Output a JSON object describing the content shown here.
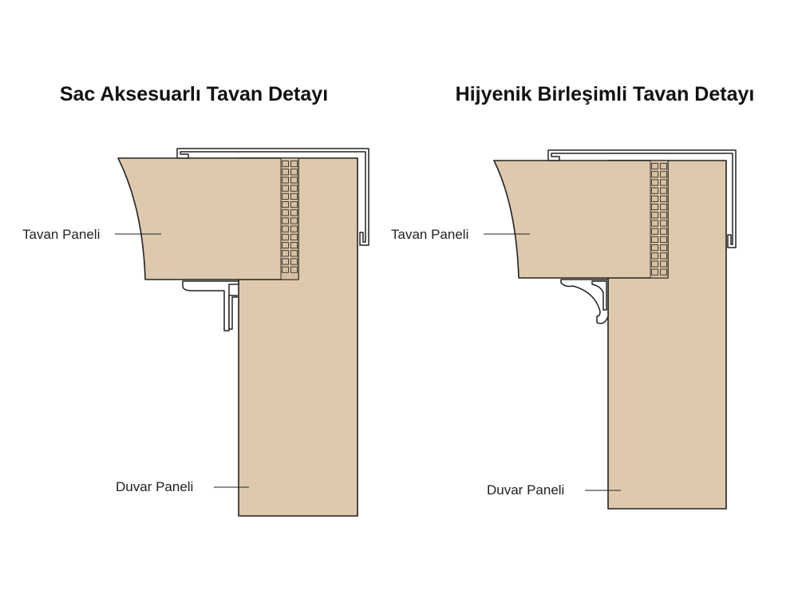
{
  "diagrams": {
    "left": {
      "title": "Sac Aksesuarlı Tavan Detayı",
      "ceiling_panel_label": "Tavan Paneli",
      "wall_panel_label": "Duvar Paneli"
    },
    "right": {
      "title": "Hijyenik Birleşimli Tavan Detayı",
      "ceiling_panel_label": "Tavan Paneli",
      "wall_panel_label": "Duvar Paneli"
    }
  },
  "colors": {
    "panel_fill": "#dec9ad",
    "outline": "#222222",
    "background": "#ffffff"
  }
}
